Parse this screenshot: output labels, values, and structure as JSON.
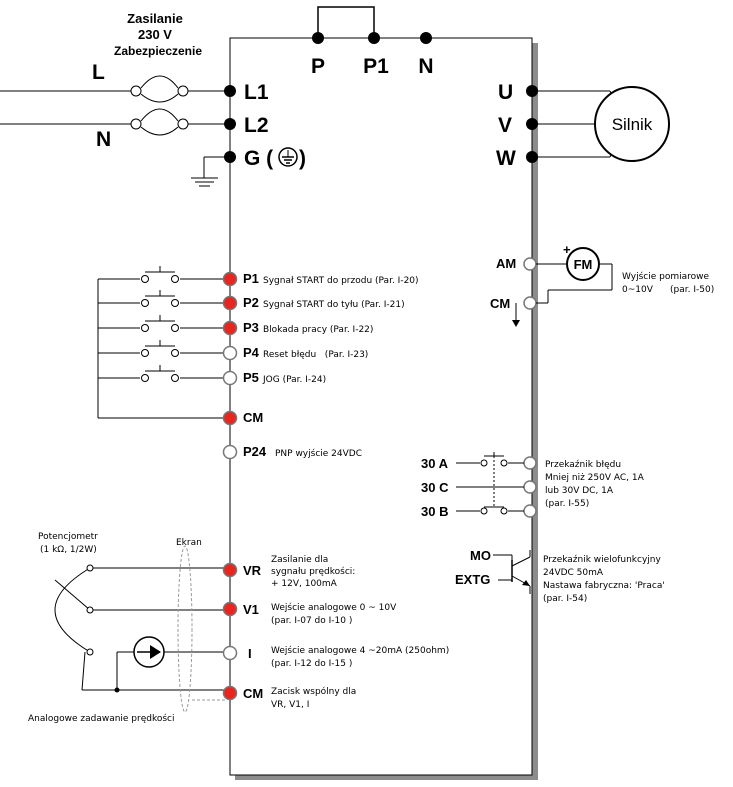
{
  "supply": {
    "line1": "Zasilanie",
    "line2": "230 V",
    "line3": "Zabezpieczenie",
    "phase_L": "L",
    "phase_N": "N"
  },
  "power_terminals": {
    "L1": "L1",
    "L2": "L2",
    "G": "G (",
    "G_close": ")",
    "P": "P",
    "P1": "P1",
    "N": "N",
    "U": "U",
    "V": "V",
    "W": "W"
  },
  "motor": "Silnik",
  "inputs": [
    {
      "name": "P1",
      "desc": "Sygnał START do przodu (Par. I-20)"
    },
    {
      "name": "P2",
      "desc": "Sygnał START do tyłu (Par. I-21)"
    },
    {
      "name": "P3",
      "desc": "Blokada pracy (Par. I-22)"
    },
    {
      "name": "P4",
      "desc": "Reset błędu   (Par. I-23)"
    },
    {
      "name": "P5",
      "desc": "JOG (Par. I-24)"
    }
  ],
  "cm_terminal": "CM",
  "p24": {
    "name": "P24",
    "desc": "PNP wyjście 24VDC"
  },
  "analog_out": {
    "am": "AM",
    "cm": "CM",
    "fm": "FM",
    "plus": "+",
    "desc1": "Wyjście pomiarowe",
    "desc2": "0~10V      (par. I-50)"
  },
  "relay": {
    "a": "30 A",
    "c": "30 C",
    "b": "30 B",
    "desc": [
      "Przekaźnik błędu",
      "Mniej niż 250V AC, 1A",
      "lub 30V DC, 1A",
      "(par. I-55)"
    ]
  },
  "multi": {
    "mo": "MO",
    "extg": "EXTG",
    "desc": [
      "Przekaźnik wielofunkcyjny",
      "24VDC 50mA",
      "Nastawa fabryczna: 'Praca'",
      "(par. I-54)"
    ]
  },
  "analog_in": {
    "pot1": "Potencjometr",
    "pot2": "(1 kΩ, 1/2W)",
    "ekran": "Ekran",
    "vr": "VR",
    "v1": "V1",
    "i": "I",
    "cm": "CM",
    "vr_desc": [
      "Zasilanie dla",
      "sygnału prędkości:",
      "+ 12V, 100mA"
    ],
    "v1_desc": [
      "Wejście analogowe 0 ~ 10V",
      "(par. I-07 do I-10 )"
    ],
    "i_desc": [
      "Wejście analogowe 4 ~20mA (250ohm)",
      "(par. I-12 do I-15 )"
    ],
    "cm_desc": [
      "Zacisk wspólny dla",
      "VR, V1, I"
    ],
    "footer": "Analogowe zadawanie prędkości"
  },
  "colors": {
    "red_terminal": "#e8251f",
    "shadow": "#909090"
  }
}
